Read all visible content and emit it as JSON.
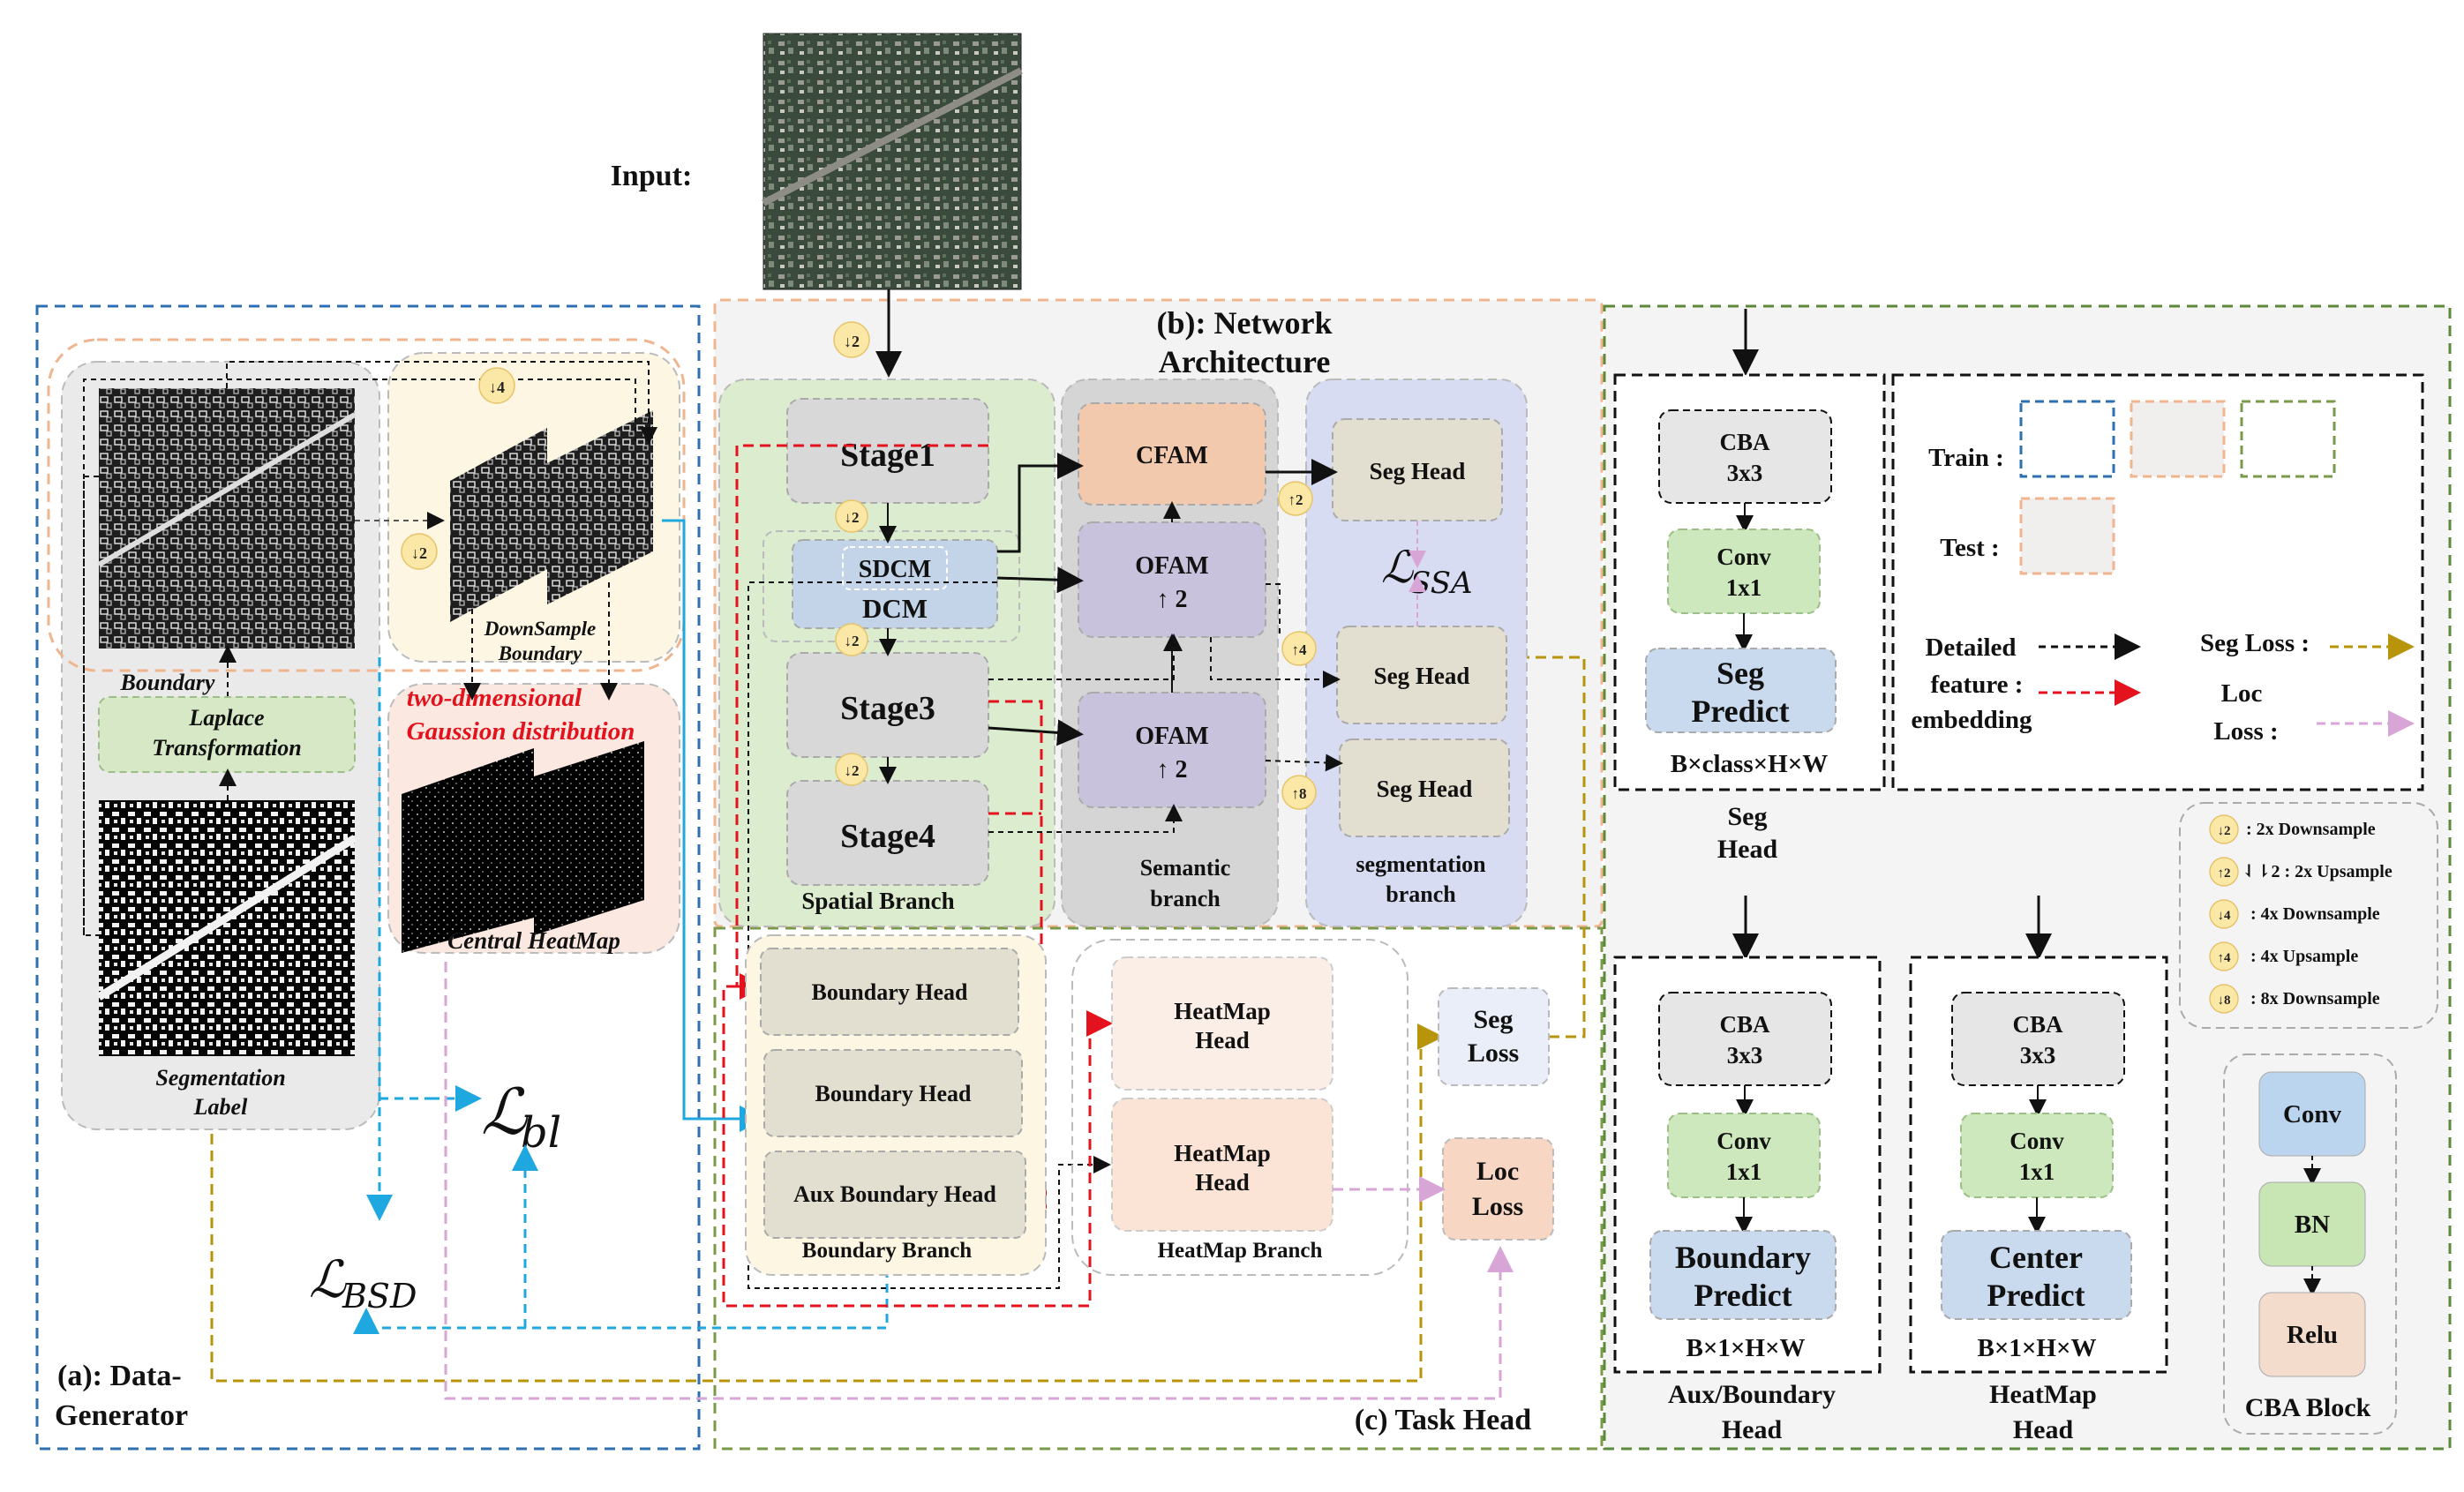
{
  "input": {
    "label": "Input:"
  },
  "data_generator": {
    "title_line1": "(a): Data-",
    "title_line2": "Generator",
    "boundary_label": "Boundary",
    "laplace_line1": "Laplace",
    "laplace_line2": "Transformation",
    "seg_label_line1": "Segmentation",
    "seg_label_line2": "Label",
    "downsample_line1": "DownSample",
    "downsample_line2": "Boundary",
    "gaussian_line1": "two-dimensional",
    "gaussian_line2": "Gaussion distribution",
    "heatmap_label": "Central HeatMap",
    "loss_bl": "ℒ",
    "loss_bl_sub": "bl",
    "loss_bsd": "ℒ",
    "loss_bsd_sub": "BSD"
  },
  "network": {
    "title_line1": "(b):  Network",
    "title_line2": "Architecture",
    "stage1": "Stage1",
    "sdcm": "SDCM",
    "dcm": "DCM",
    "stage3": "Stage3",
    "stage4": "Stage4",
    "spatial_branch": "Spatial Branch",
    "cfam": "CFAM",
    "ofam": "OFAM",
    "up2": "↑ 2",
    "semantic_line1": "Semantic",
    "semantic_line2": "branch",
    "seg_head": "Seg Head",
    "loss_ssa": "ℒ",
    "loss_ssa_sub": "SSA",
    "segmentation_line1": "segmentation",
    "segmentation_line2": "branch"
  },
  "task_head": {
    "title": "(c) Task Head",
    "boundary_head": "Boundary Head",
    "aux_boundary_head": "Aux Boundary Head",
    "boundary_branch": "Boundary Branch",
    "heatmap_head_line1": "HeatMap",
    "heatmap_head_line2": "Head",
    "heatmap_branch": "HeatMap Branch",
    "seg_loss_line1": "Seg",
    "seg_loss_line2": "Loss",
    "loc_loss_line1": "Loc",
    "loc_loss_line2": "Loss"
  },
  "badges": {
    "down2": "↓2",
    "up2": "↑2",
    "down4": "↓4",
    "up4": "↑4",
    "down8": "↑8"
  },
  "heads": {
    "cba_line1": "CBA",
    "cba_line2": "3x3",
    "conv_line1": "Conv",
    "conv_line2": "1x1",
    "seg_predict_line1": "Seg",
    "seg_predict_line2": "Predict",
    "seg_dims": "B×class×H×W",
    "seg_caption_line1": "Seg",
    "seg_caption_line2": "Head",
    "boundary_predict_line1": "Boundary",
    "boundary_predict_line2": "Predict",
    "aux_dims": "B×1×H×W",
    "aux_caption_line1": "Aux/Boundary",
    "aux_caption_line2": "Head",
    "center_predict_line1": "Center",
    "center_predict_line2": "Predict",
    "heat_dims": "B×1×H×W",
    "heat_caption_line1": "HeatMap",
    "heat_caption_line2": "Head"
  },
  "legend": {
    "train": "Train :",
    "test": "Test :",
    "detailed_line1": "Detailed",
    "detailed_line2": "feature :",
    "detailed_line3": "embedding",
    "seg_loss": "Seg Loss :",
    "loc_loss_line1": "Loc",
    "loc_loss_line2": "Loss :",
    "down2_text": ": 2x Downsample",
    "up2_text": "⇃⇂2 : 2x Upsample",
    "down4_text": ": 4x Downsample",
    "up4_text": ": 4x Upsample",
    "down8_text": ": 8x Downsample",
    "badge_down2": "↓2",
    "badge_up2": "↑2",
    "badge_down4": "↓4",
    "badge_up4": "↑4",
    "badge_down8": "↓8"
  },
  "cba_block": {
    "conv": "Conv",
    "bn": "BN",
    "relu": "Relu",
    "caption": "CBA Block"
  },
  "colors": {
    "blue_dash": "#2f6fb0",
    "orange_dash": "#efb58f",
    "green_dash": "#5b8a3a",
    "seg_loss_line": "#b8940a",
    "loc_loss_line": "#d7a6d6",
    "cyan_line": "#1fa8df",
    "red_line": "#e3121c"
  }
}
